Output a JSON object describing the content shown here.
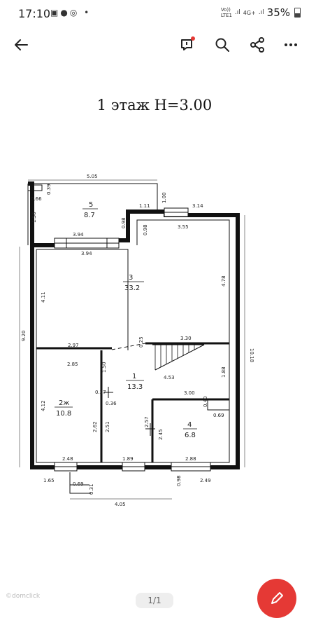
{
  "status_bar": {
    "time": "17:10",
    "notification_icons": [
      "image-icon",
      "chat-icon",
      "whatsapp-icon"
    ],
    "network_top": "Vo))",
    "network_bottom": "LTE1",
    "signal_label": "4G+",
    "battery": "35%"
  },
  "toolbar": {
    "back_icon": "arrow-left-icon",
    "actions": [
      "comment-icon",
      "search-icon",
      "share-icon",
      "more-icon"
    ],
    "accent_color": "#e53935"
  },
  "document": {
    "title": "1 этаж H=3.00",
    "page_indicator": "1/1",
    "watermark": "©domclick"
  },
  "plan": {
    "rooms": [
      {
        "number": "5",
        "area": "8.7"
      },
      {
        "number": "3",
        "area": "33.2"
      },
      {
        "number": "1",
        "area": "13.3"
      },
      {
        "number": "2ж",
        "area": "10.8"
      },
      {
        "number": "4",
        "area": "6.8"
      }
    ],
    "dimensions": {
      "top_5_05": "5.05",
      "d_0_39": "0.39",
      "d_0_66": "0.66",
      "d_1_00": "1.00",
      "d_1_11": "1.11",
      "d_3_14": "3.14",
      "d_1_56": "1.56",
      "d_0_98a": "0.98",
      "d_0_98b": "0.98",
      "d_3_94a": "3.94",
      "d_3_94b": "3.94",
      "d_3_55": "3.55",
      "d_4_78": "4.78",
      "d_4_11": "4.11",
      "d_9_20": "9.20",
      "d_10_18": "10.18",
      "d_3_30": "3.30",
      "d_2_97": "2.97",
      "d_0_25": "0.25",
      "d_2_85": "2.85",
      "d_1_50": "1.50",
      "d_4_53": "4.53",
      "d_1_88": "1.88",
      "d_0_37": "0.37",
      "d_0_36": "0.36",
      "d_3_00": "3.00",
      "d_0_40": "0.40",
      "d_0_69a": "0.69",
      "d_4_12": "4.12",
      "d_2_62": "2.62",
      "d_2_51": "2.51",
      "d_2_57": "2.57",
      "d_2_45": "2.45",
      "d_2_48": "2.48",
      "d_1_89": "1.89",
      "d_2_88": "2.88",
      "d_1_65": "1.65",
      "d_0_98c": "0.98",
      "d_2_49": "2.49",
      "d_0_69b": "0.69",
      "d_0_31": "0.31",
      "d_4_05": "4.05"
    }
  }
}
